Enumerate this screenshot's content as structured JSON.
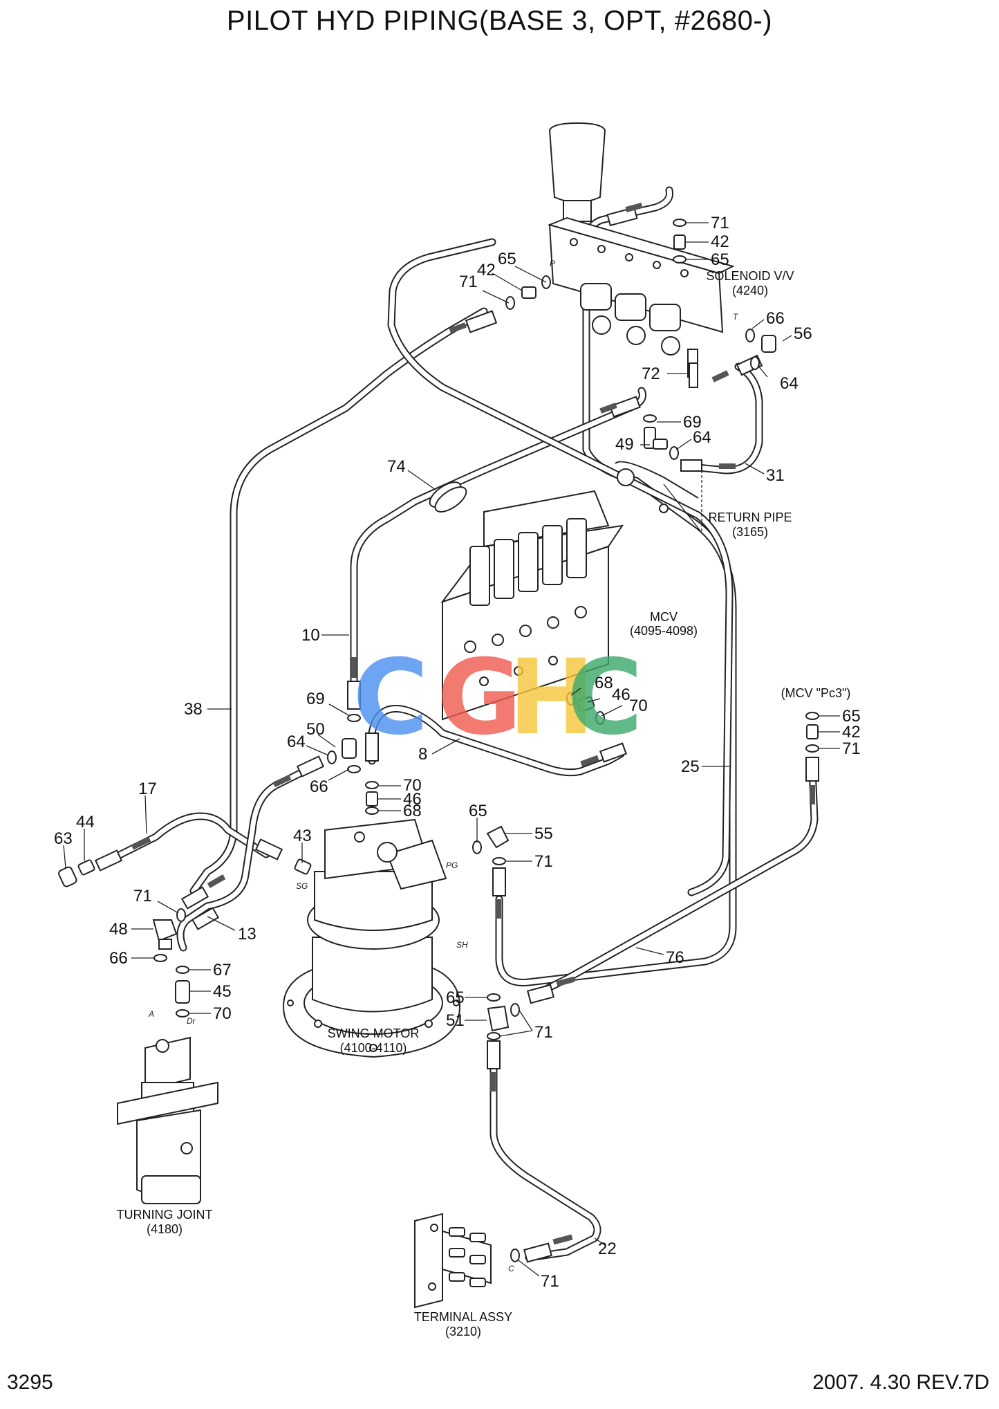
{
  "title": "PILOT HYD PIPING(BASE 3, OPT, #2680-)",
  "page_number": "3295",
  "revision": "2007. 4.30  REV.7D",
  "watermark": {
    "letters": [
      "C",
      "G",
      "H",
      "C"
    ],
    "colors": [
      "#4a8ff0",
      "#ef5a4e",
      "#f5c63a",
      "#3aa86a"
    ]
  },
  "components": {
    "solenoid": {
      "name": "SOLENOID V/V",
      "code": "(4240)"
    },
    "return_pipe": {
      "name": "RETURN PIPE",
      "code": "(3165)"
    },
    "mcv": {
      "name": "MCV",
      "code": "(4095-4098)"
    },
    "mcv_pc3": {
      "name": "(MCV \"Pc3\")"
    },
    "swing_motor": {
      "name": "SWING MOTOR",
      "code": "(4100-4110)"
    },
    "turning_joint": {
      "name": "TURNING JOINT",
      "code": "(4180)"
    },
    "terminal": {
      "name": "TERMINAL ASSY",
      "code": "(3210)"
    }
  },
  "ports": {
    "p": "P",
    "t": "T",
    "pg": "PG",
    "sh": "SH",
    "sg": "SG",
    "a": "A",
    "c": "C",
    "dr": "Dr"
  },
  "callouts": {
    "c71a": "71",
    "c42a": "42",
    "c65a": "65",
    "c65b": "65",
    "c42b": "42",
    "c71b": "71",
    "c66a": "66",
    "c56": "56",
    "c72": "72",
    "c64a": "64",
    "c69a": "69",
    "c49": "49",
    "c64b": "64",
    "c31": "31",
    "c74": "74",
    "c10": "10",
    "c38": "38",
    "c25": "25",
    "c69b": "69",
    "c50": "50",
    "c64c": "64",
    "c66b": "66",
    "c8": "8",
    "c68a": "68",
    "c46a": "46",
    "c70a": "70",
    "c70b": "70",
    "c46b": "46",
    "c68b": "68",
    "c65c": "65",
    "c42c": "42",
    "c71c": "71",
    "c17": "17",
    "c44": "44",
    "c63": "63",
    "c43": "43",
    "c65d": "65",
    "c55": "55",
    "c71d": "71",
    "c71e": "71",
    "c48": "48",
    "c13": "13",
    "c66c": "66",
    "c67": "67",
    "c45": "45",
    "c70c": "70",
    "c76": "76",
    "c65e": "65",
    "c51": "51",
    "c71f": "71",
    "c22": "22",
    "c71g": "71"
  }
}
